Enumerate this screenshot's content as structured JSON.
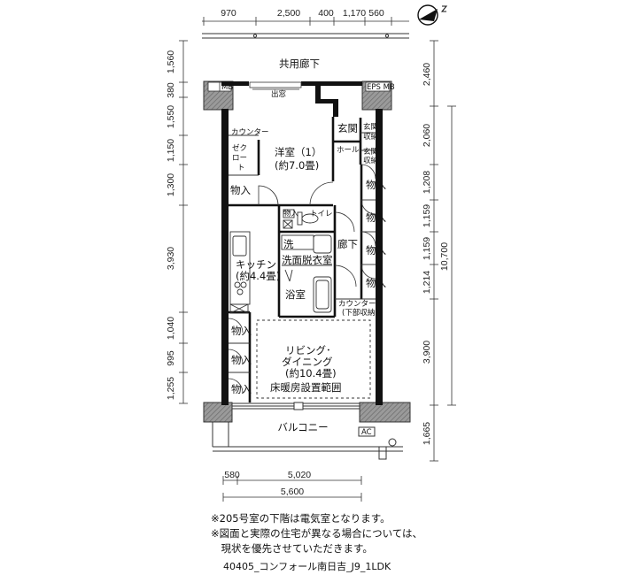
{
  "dims_top": [
    "970",
    "2,500",
    "400",
    "1,170",
    "560"
  ],
  "dims_left": [
    "1,560",
    "380",
    "1,550",
    "1,150",
    "1,300",
    "3,930",
    "1,040",
    "995",
    "1,255"
  ],
  "dims_right": [
    "2,460",
    "2,060",
    "1,208",
    "1,159",
    "1,159",
    "1,214",
    "3,900",
    "10,700",
    "1,665"
  ],
  "dims_bottom": [
    "580",
    "5,020",
    "5,600"
  ],
  "labels": {
    "corridor": "共用廊下",
    "mb_left": "MB",
    "mb_right": "EPS MB",
    "out_window": "出窓",
    "western_room": "洋室（1）",
    "western_room_size": "(約7.0畳)",
    "counter_top": "カウンター",
    "zek_1": "ゼク",
    "zek_2": "ロー",
    "zek_3": "ト",
    "mono_storage": "物入",
    "genkan": "玄関",
    "genkan_storage_1": "玄関",
    "genkan_storage_2": "収納",
    "hall": "ホール",
    "toilet": "トイレ",
    "washstand": "洗",
    "washroom": "洗面脱衣室",
    "kitchen": "キッチン",
    "kitchen_size": "(約4.4畳)",
    "bath": "浴室",
    "corridor_inner": "廊下",
    "counter_bottom": "カウンター",
    "counter_bottom_sub": "(下部収納)",
    "living": "リビング･",
    "living_2": "ダイニング",
    "living_size": "(約10.4畳)",
    "floor_heating": "床暖房設置範囲",
    "balcony": "バルコニー",
    "ac": "AC",
    "toilet_storage": "物入"
  },
  "notes": [
    "※205号室の下階は電気室となります。",
    "※図面と実際の住宅が異なる場合については、",
    "　現状を優先させていただきます。"
  ],
  "footer": "40405_コンフォール南日吉_J9_1LDK"
}
